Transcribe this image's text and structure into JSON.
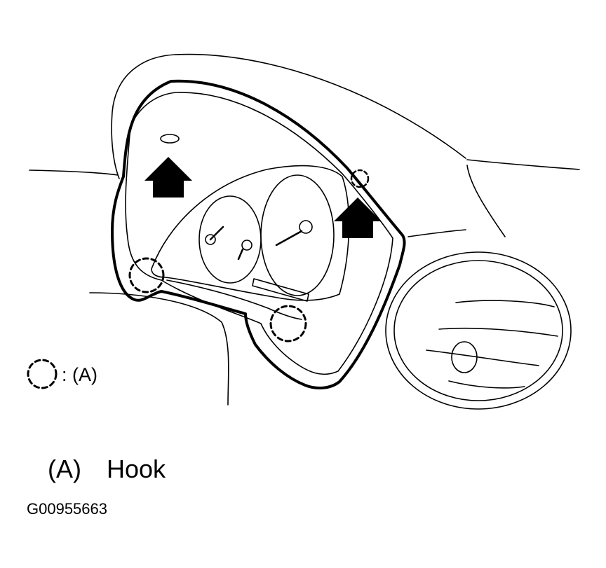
{
  "diagram": {
    "symbol_legend": {
      "text": ": (A)"
    },
    "legend": [
      {
        "key": "(A)",
        "label": "Hook"
      }
    ],
    "figure_id": "G00955663"
  },
  "colors": {
    "ink": "#000000",
    "paper": "#ffffff"
  },
  "icons": {
    "arrow": "up-arrow-icon",
    "hook_marker": "dashed-circle-icon"
  }
}
